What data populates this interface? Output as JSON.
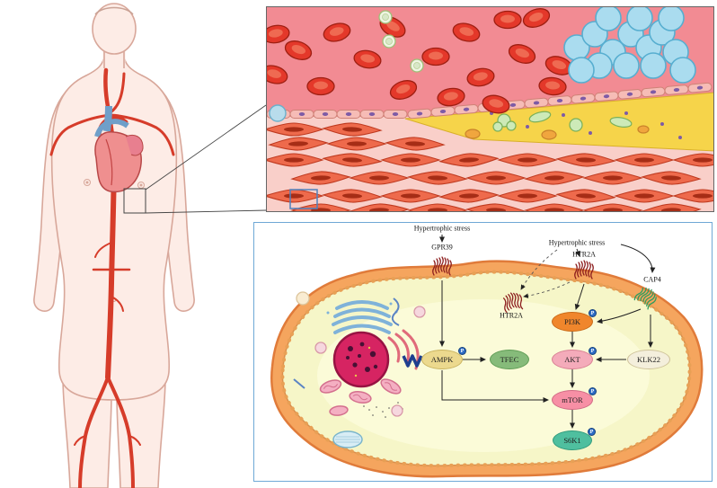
{
  "figure": {
    "cell_panel": {
      "labels": {
        "stress_left": "Hypertrophic stress",
        "stress_right": "Hypertrophic stress",
        "gpr39": "GPR39",
        "htr2a_membrane": "HTR2A",
        "htr2a_internalized": "HTR2A",
        "cap4": "CAP4"
      },
      "nodes": {
        "pi3k": "PI3K",
        "ampk": "AMPK",
        "tfec": "TFEC",
        "akt": "AKT",
        "klk22": "KLK22",
        "mtor": "mTOR",
        "s6k1": "S6K1"
      },
      "phospho_badge": "P"
    },
    "colors": {
      "pi3k": "#f0862c",
      "ampk": "#ecd98e",
      "tfec": "#86bb7a",
      "akt": "#f4abba",
      "klk22": "#f4efdc",
      "mtor": "#f78fa5",
      "s6k1": "#4fbf9f",
      "phospho_badge": "#2b6bc4",
      "cell_membrane": "#f5a55e",
      "cytoplasm": "#f6f6c8",
      "vessel_lumen": "#f28b93",
      "plaque": "#f6d44a",
      "panel_border": "#6fa8d6"
    }
  }
}
